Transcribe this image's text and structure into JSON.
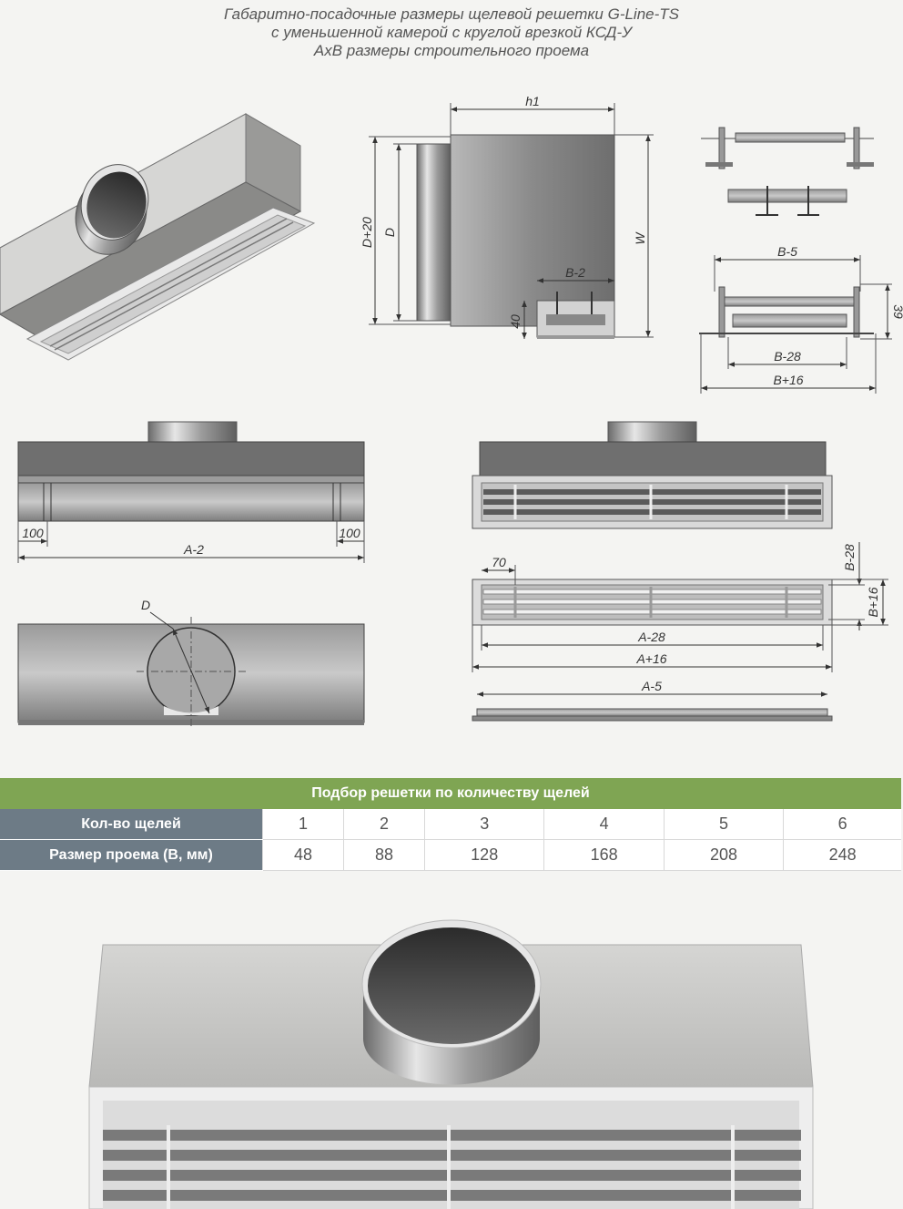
{
  "title": {
    "line1": "Габаритно-посадочные размеры щелевой решетки G-Line-TS",
    "line2": "с уменьшенной камерой с круглой врезкой КСД-У",
    "line3": "AxB размеры строительного проема"
  },
  "dimensions": {
    "h1": "h1",
    "d_plus_20": "D+20",
    "d": "D",
    "w": "W",
    "b_minus_2": "B-2",
    "forty": "40",
    "b_minus_5": "B-5",
    "thirty_nine": "39",
    "b_minus_28": "B-28",
    "b_plus_16": "B+16",
    "hundred_left": "100",
    "hundred_right": "100",
    "a_minus_2": "A-2",
    "seventy": "70",
    "b_minus_28_side": "B-28",
    "b_plus_16_side": "B+16",
    "a_minus_28": "A-28",
    "a_plus_16": "A+16",
    "a_minus_5": "A-5",
    "d_circle": "D"
  },
  "table": {
    "header": "Подбор решетки по количеству щелей",
    "row1_label": "Кол-во щелей",
    "row2_label": "Размер проема (В, мм)",
    "slots": [
      "1",
      "2",
      "3",
      "4",
      "5",
      "6"
    ],
    "opening_sizes": [
      "48",
      "88",
      "128",
      "168",
      "208",
      "248"
    ]
  },
  "colors": {
    "table_header_green": "#7fa553",
    "row_label_gray": "#6d7b86"
  }
}
